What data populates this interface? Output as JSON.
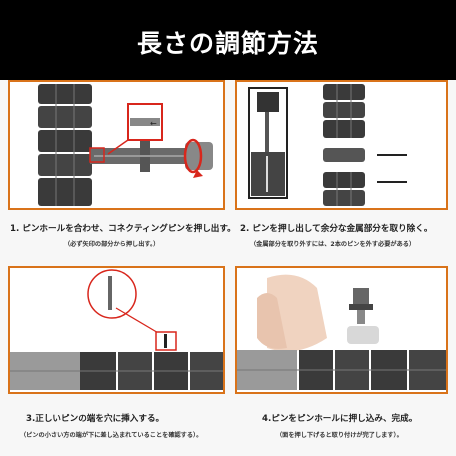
{
  "header": {
    "title": "長さの調節方法"
  },
  "steps": [
    {
      "main": "1. ピンホールを合わせ、コネクティングピンを押し出す。",
      "sub": "（必ず矢印の部分から押し出す。）"
    },
    {
      "main": "2. ピンを押し出して余分な金属部分を取り除く。",
      "sub": "（金属部分を取り外すには、2本のピンを外す必要がある）"
    },
    {
      "main": "3.正しいピンの端を穴に挿入する。",
      "sub": "（ピンの小さい方の端が下に差し込まれていることを確認する）。"
    },
    {
      "main": "4.ピンをピンホールに押し込み、完成。",
      "sub": "（面を押し下げると取り付けが完了します）。"
    }
  ],
  "colors": {
    "header_bg": "#000000",
    "panel_border": "#d9731a",
    "metal_dark": "#3a3a3a",
    "metal_light": "#8a8a8a",
    "accent_red": "#d8261c"
  }
}
